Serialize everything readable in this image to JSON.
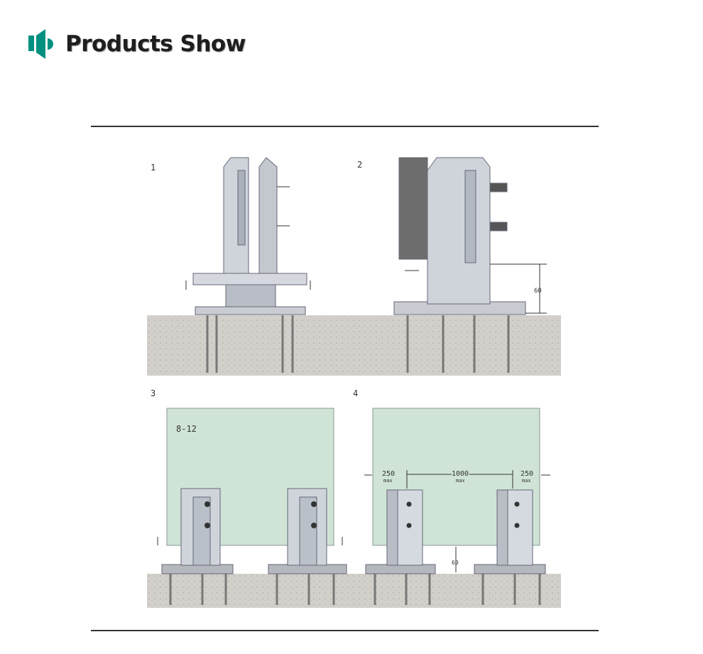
{
  "header": {
    "title": "Products Show",
    "icon": "speaker-icon",
    "accent": "#009080"
  },
  "diagram": {
    "steps": [
      {
        "number": "1"
      },
      {
        "number": "2",
        "height_label": "60"
      },
      {
        "number": "3",
        "gap_label": "8-12"
      },
      {
        "number": "4",
        "left_label": "250",
        "left_sub": "max",
        "mid_label": "1000",
        "mid_sub": "max",
        "right_label": "250",
        "right_sub": "max",
        "height_label": "60"
      }
    ]
  }
}
